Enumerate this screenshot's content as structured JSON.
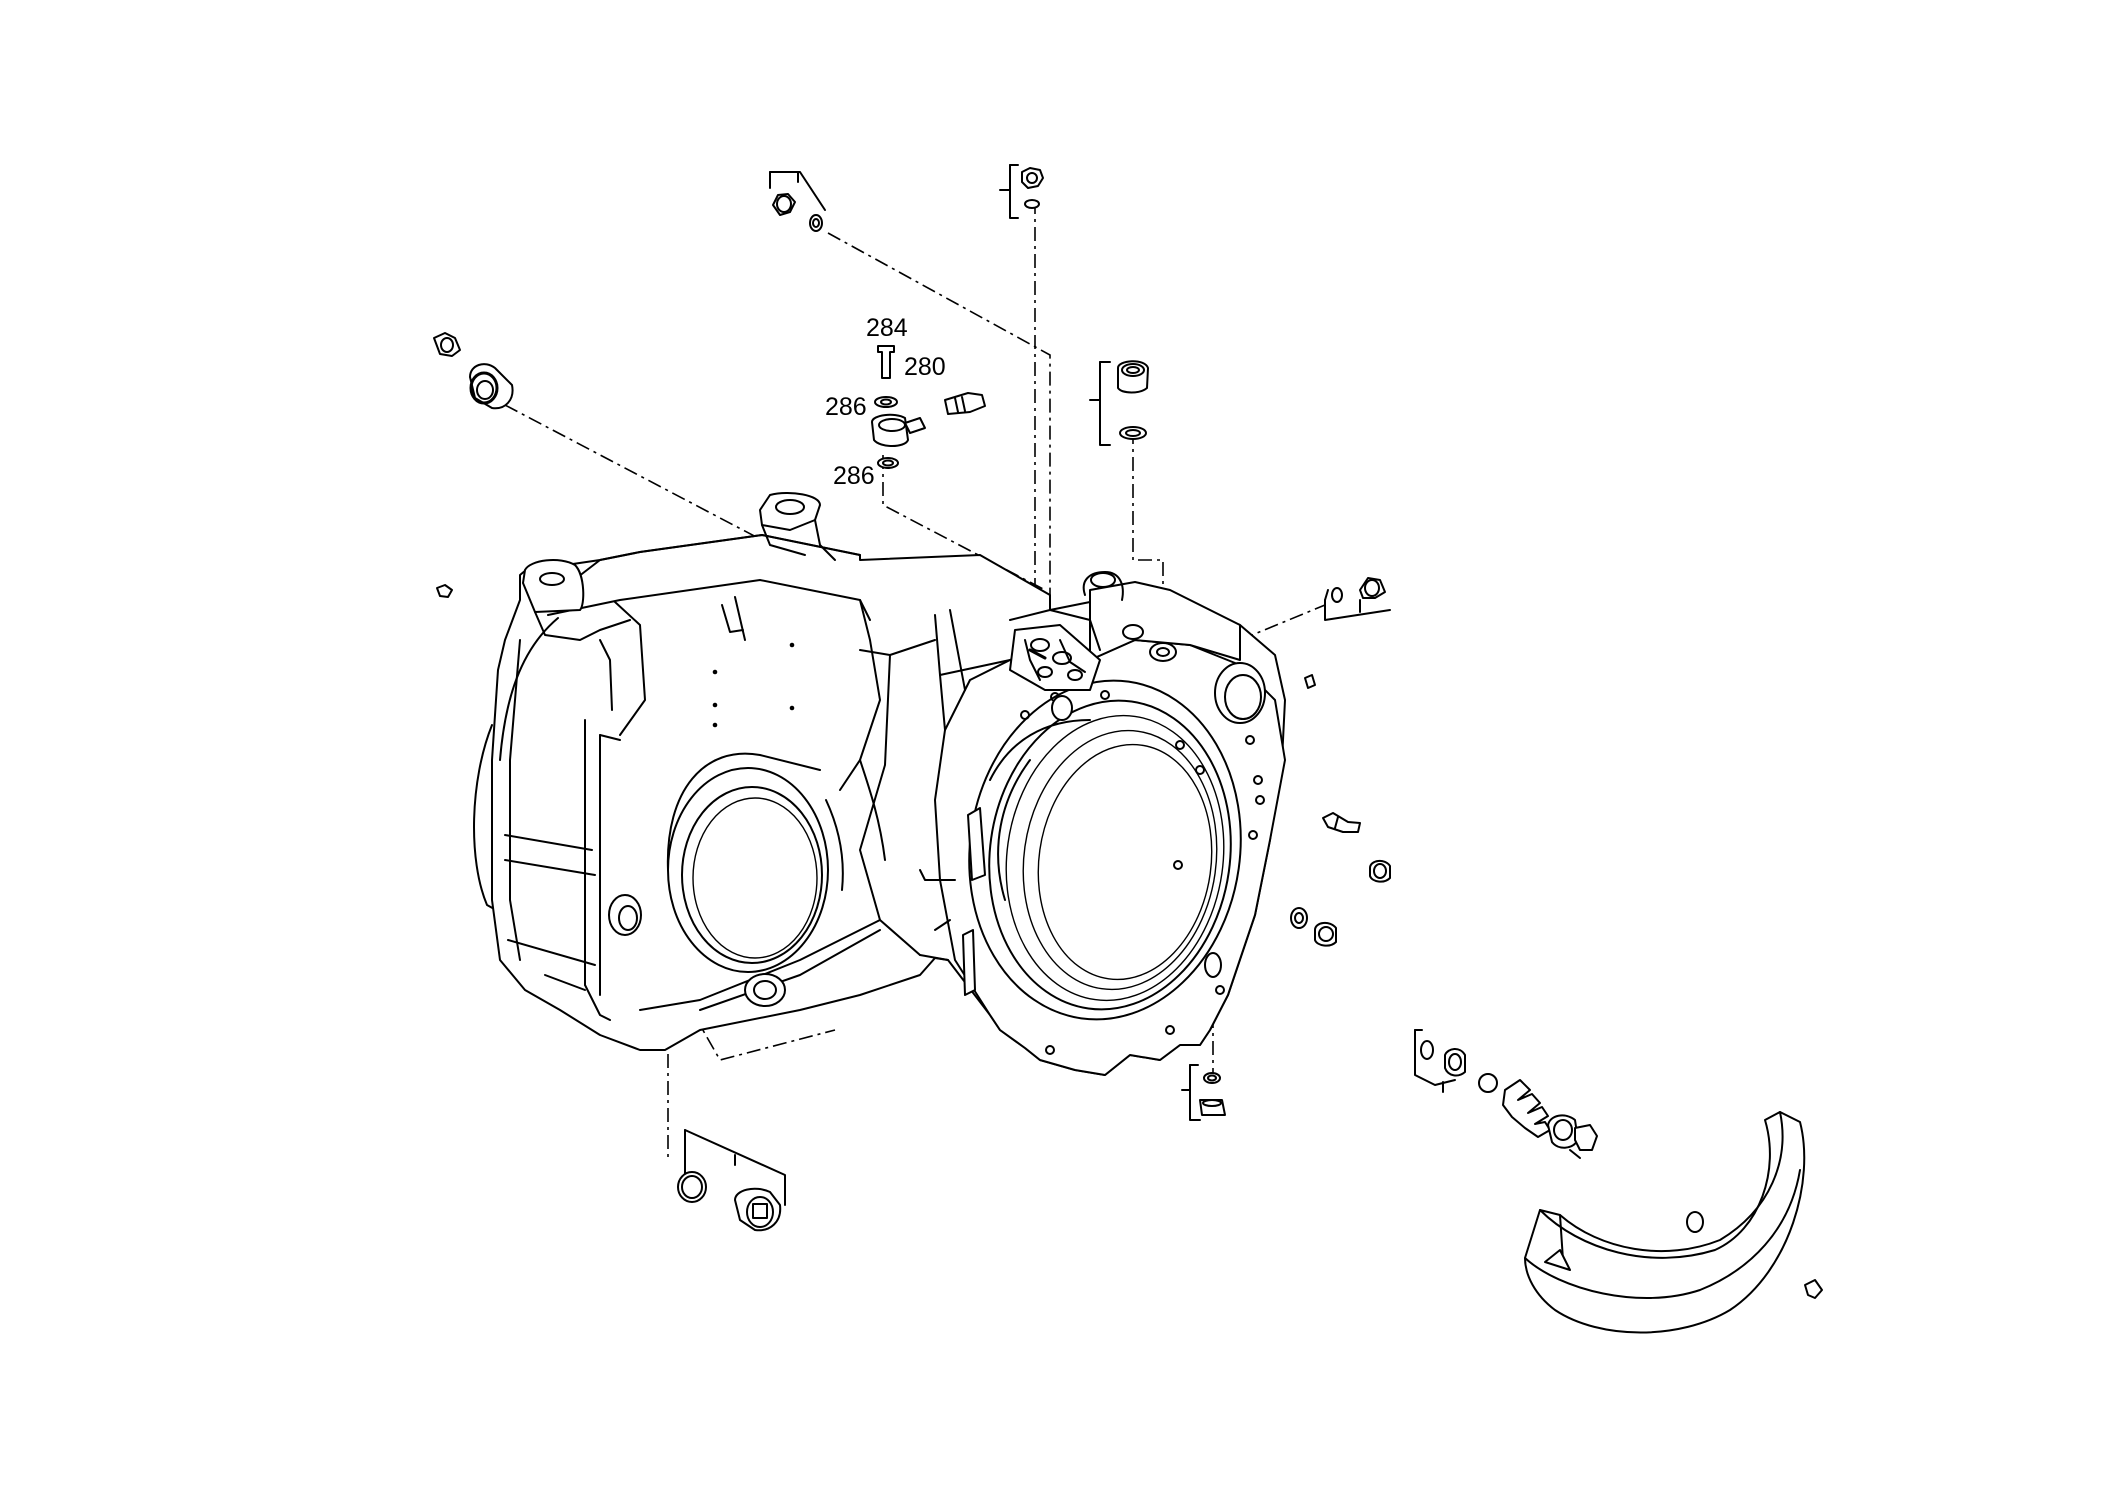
{
  "callouts": [
    {
      "id": "c284",
      "text": "284"
    },
    {
      "id": "c280",
      "text": "280"
    },
    {
      "id": "c286a",
      "text": "286"
    },
    {
      "id": "c286b",
      "text": "286"
    }
  ]
}
